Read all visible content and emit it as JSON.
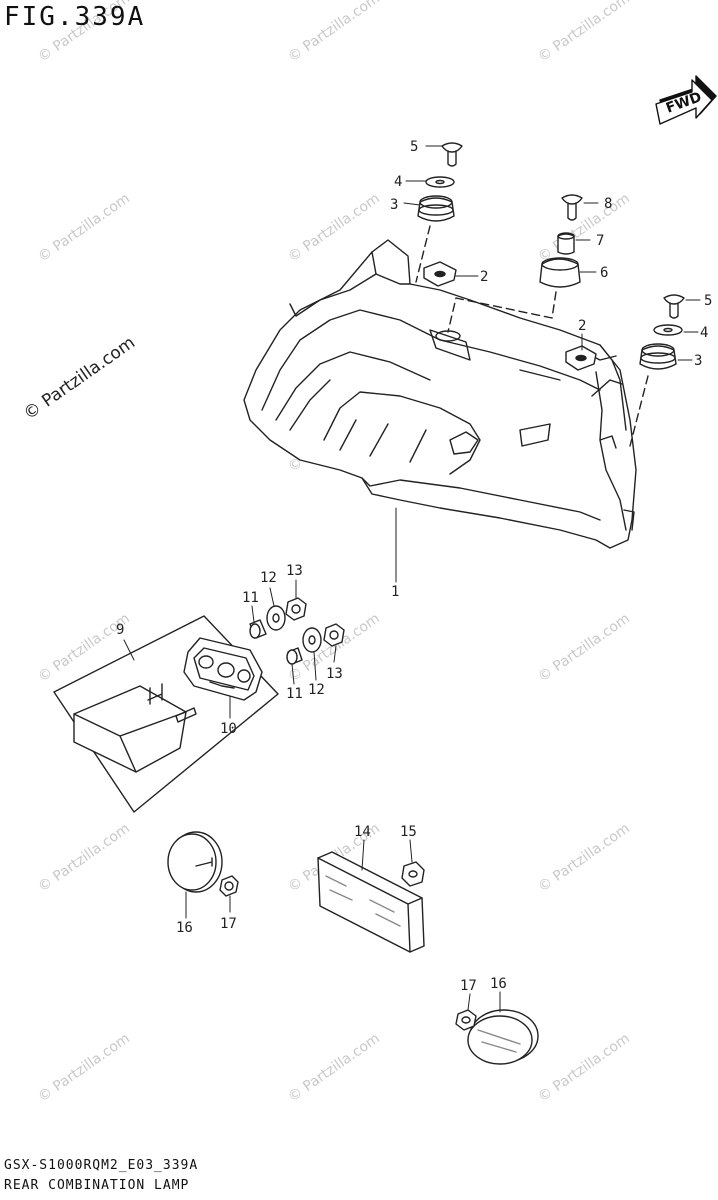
{
  "figure": {
    "title": "FIG.339A",
    "fwd_label": "FWD"
  },
  "watermark": {
    "main": "© Partzilla.com",
    "tile": "© Partzilla.com"
  },
  "footer": {
    "code": "GSX-S1000RQM2_E03_339A",
    "name": "REAR COMBINATION LAMP"
  },
  "callouts": {
    "c1": "1",
    "c2a": "2",
    "c2b": "2",
    "c3a": "3",
    "c3b": "3",
    "c4a": "4",
    "c4b": "4",
    "c5a": "5",
    "c5b": "5",
    "c6": "6",
    "c7": "7",
    "c8": "8",
    "c9": "9",
    "c10": "10",
    "c11a": "11",
    "c11b": "11",
    "c12a": "12",
    "c12b": "12",
    "c13a": "13",
    "c13b": "13",
    "c14": "14",
    "c15": "15",
    "c16a": "16",
    "c16b": "16",
    "c17a": "17",
    "c17b": "17"
  }
}
